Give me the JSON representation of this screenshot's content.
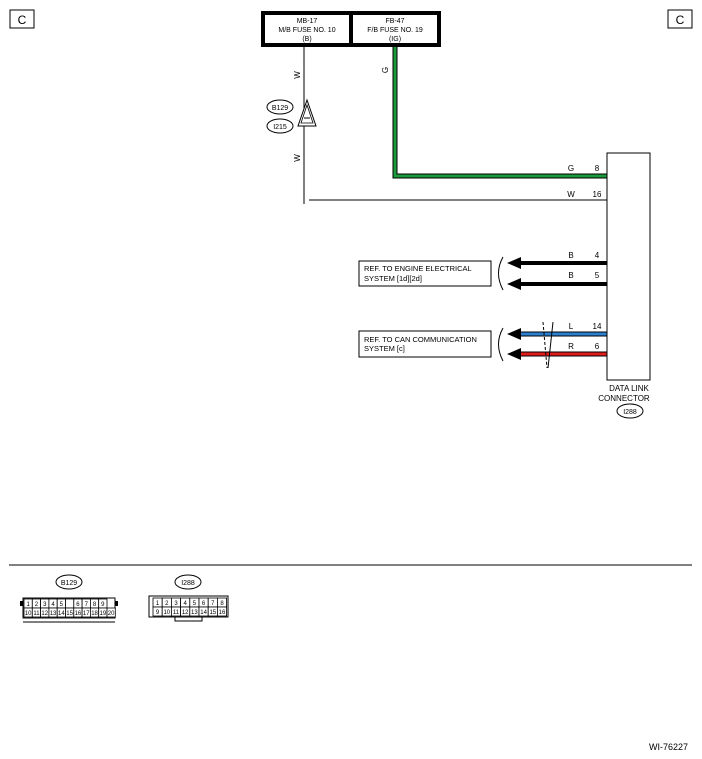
{
  "corner_marks": {
    "left": "C",
    "right": "C"
  },
  "fuse_box": {
    "left": {
      "line1": "MB-17",
      "line2": "M/B FUSE NO. 10",
      "line3": "(B)"
    },
    "right": {
      "line1": "FB-47",
      "line2": "F/B FUSE NO. 19",
      "line3": "(IG)"
    }
  },
  "wires": {
    "w_upper_color": "W",
    "w_lower_color": "W",
    "g_color": "G",
    "pins": [
      {
        "color": "G",
        "pin": "8",
        "stroke": "#1a9a3a"
      },
      {
        "color": "W",
        "pin": "16",
        "stroke": "#000000"
      },
      {
        "color": "B",
        "pin": "4",
        "stroke": "#000000"
      },
      {
        "color": "B",
        "pin": "5",
        "stroke": "#000000"
      },
      {
        "color": "L",
        "pin": "14",
        "stroke": "#2a7fd0"
      },
      {
        "color": "R",
        "pin": "6",
        "stroke": "#e01b1b"
      }
    ]
  },
  "connector_ids": {
    "b129": "B129",
    "i215": "I215",
    "i288": "I288"
  },
  "ref_boxes": {
    "engine": {
      "line1": "REF. TO ENGINE ELECTRICAL",
      "line2": "SYSTEM  [1d][2d]"
    },
    "can": {
      "line1": "REF. TO CAN COMMUNICATION",
      "line2": "SYSTEM  [c]"
    }
  },
  "dlc": {
    "line1": "DATA LINK",
    "line2": "CONNECTOR",
    "id": "I288"
  },
  "legend": {
    "b129": {
      "label": "B129",
      "row1": [
        "1",
        "2",
        "3",
        "4",
        "5",
        "",
        "6",
        "7",
        "8",
        "9"
      ],
      "row2": [
        "10",
        "11",
        "12",
        "13",
        "14",
        "15",
        "16",
        "17",
        "18",
        "19",
        "20"
      ]
    },
    "i288": {
      "label": "I288",
      "row1": [
        "1",
        "2",
        "3",
        "4",
        "5",
        "6",
        "7",
        "8"
      ],
      "row2": [
        "9",
        "10",
        "11",
        "12",
        "13",
        "14",
        "15",
        "16"
      ]
    }
  },
  "figure_id": "WI-76227"
}
